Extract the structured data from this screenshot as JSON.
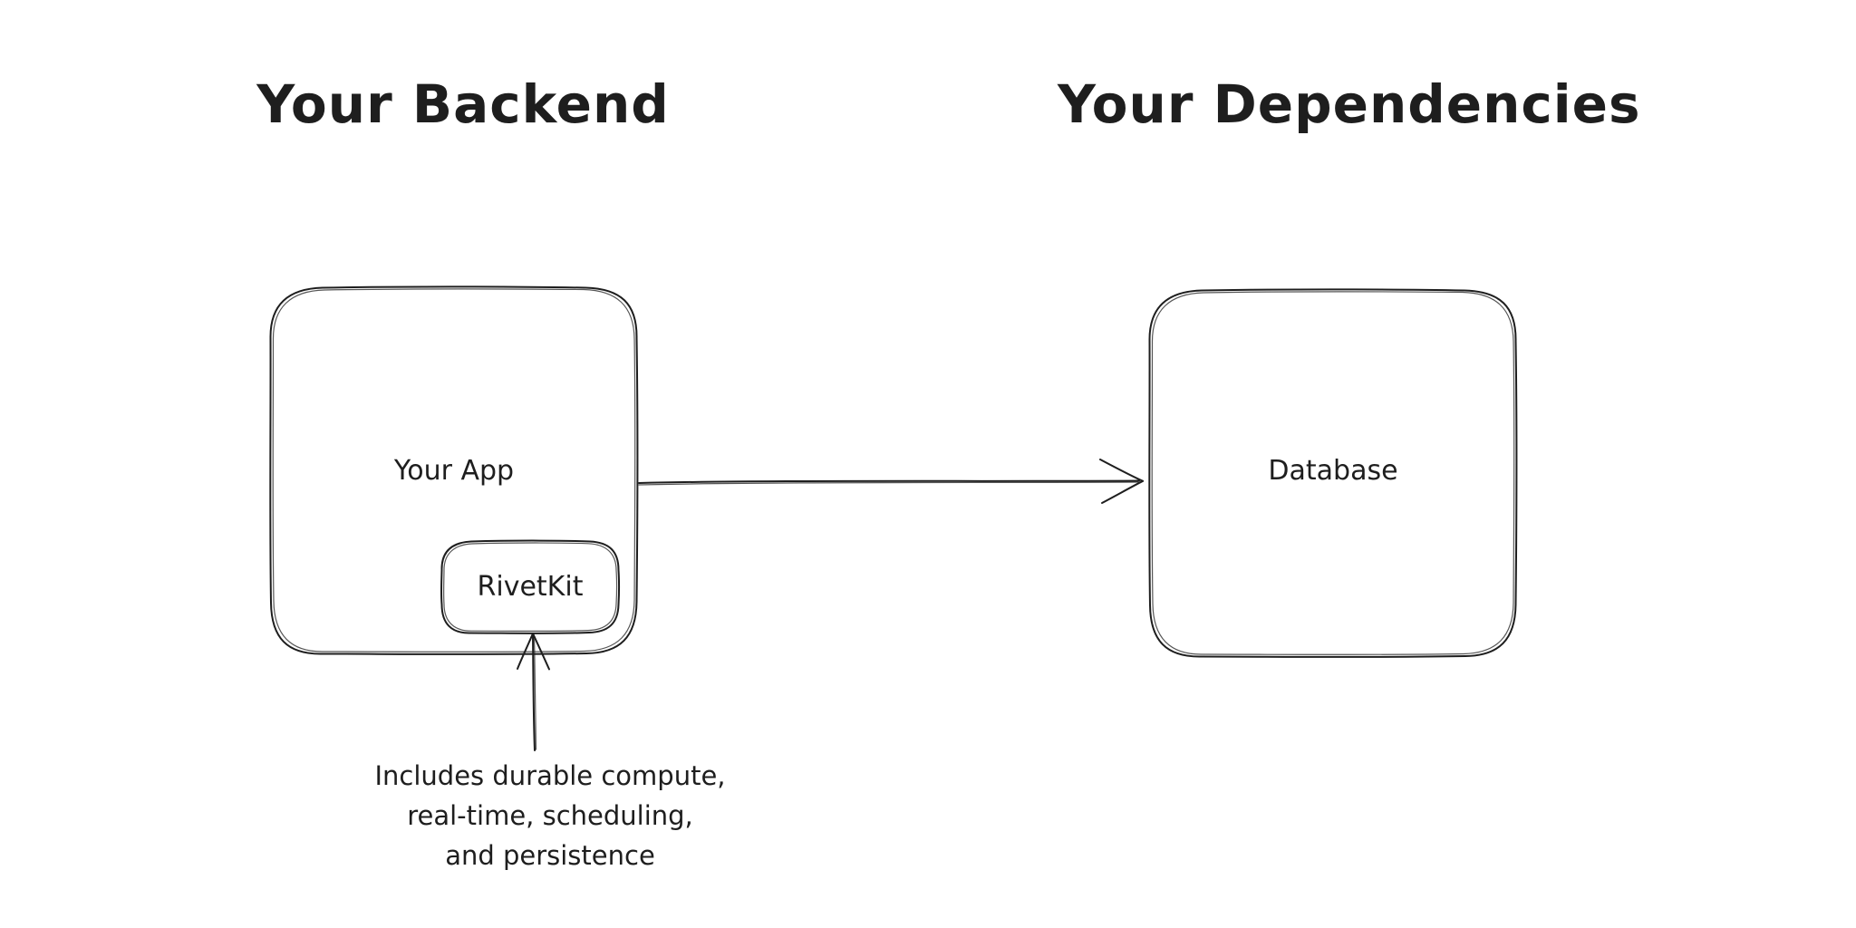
{
  "canvas": {
    "background_color": "#ffffff",
    "stroke_color": "#1e1e1e",
    "style": "hand-drawn sketch diagram"
  },
  "sections": {
    "backend": {
      "title": "Your Backend"
    },
    "dependencies": {
      "title": "Your Dependencies"
    }
  },
  "nodes": {
    "your_app": {
      "label": "Your App"
    },
    "rivetkit": {
      "label": "RivetKit"
    },
    "database": {
      "label": "Database"
    }
  },
  "annotation": {
    "lines": [
      "Includes durable compute,",
      "real-time, scheduling,",
      "and persistence"
    ],
    "full_text": "Includes durable compute, real-time, scheduling, and persistence",
    "points_to": "rivetkit"
  },
  "edges": [
    {
      "from": "your_app",
      "to": "database",
      "type": "arrow",
      "direction": "right"
    },
    {
      "from": "annotation",
      "to": "rivetkit",
      "type": "arrow",
      "direction": "up"
    }
  ]
}
